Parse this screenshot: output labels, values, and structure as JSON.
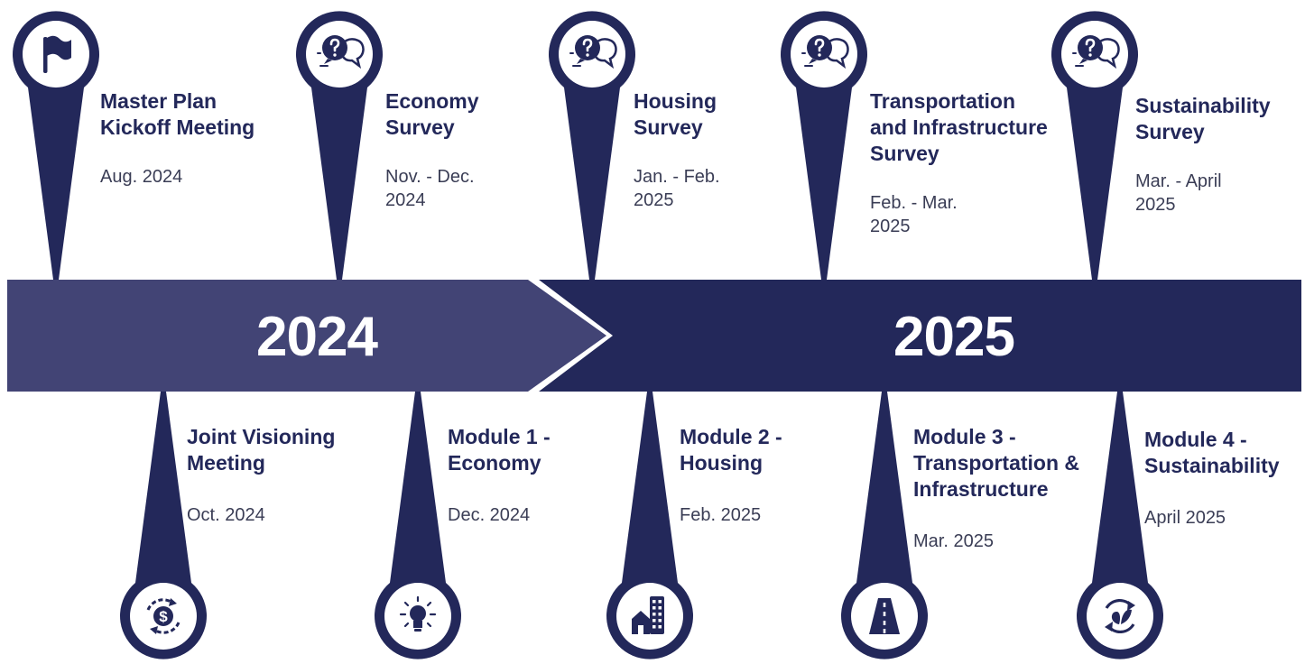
{
  "colors": {
    "navy": "#23285a",
    "band_light": "#424475",
    "band_dark": "#23285a",
    "text_date": "#3a3d55"
  },
  "years": [
    "2024",
    "2025"
  ],
  "top_events": [
    {
      "title": [
        "Master Plan",
        "Kickoff Meeting"
      ],
      "date": [
        "Aug. 2024"
      ],
      "icon": "flag-icon"
    },
    {
      "title": [
        "Economy",
        "Survey"
      ],
      "date": [
        "Nov. - Dec.",
        "2024"
      ],
      "icon": "question-bubble-icon"
    },
    {
      "title": [
        "Housing",
        "Survey"
      ],
      "date": [
        "Jan. - Feb.",
        "2025"
      ],
      "icon": "question-bubble-icon"
    },
    {
      "title": [
        "Transportation",
        "and Infrastructure",
        "Survey"
      ],
      "date": [
        "Feb. - Mar.",
        "2025"
      ],
      "icon": "question-bubble-icon"
    },
    {
      "title": [
        "Sustainability",
        "Survey"
      ],
      "date": [
        "Mar. - April",
        "2025"
      ],
      "icon": "question-bubble-icon"
    }
  ],
  "bottom_events": [
    {
      "title": [
        "Joint Visioning",
        "Meeting"
      ],
      "date": [
        "Oct. 2024"
      ],
      "icon": "dollar-cycle-icon"
    },
    {
      "title": [
        "Module 1 -",
        "Economy"
      ],
      "date": [
        "Dec. 2024"
      ],
      "icon": "lightbulb-icon"
    },
    {
      "title": [
        "Module 2 -",
        "Housing"
      ],
      "date": [
        "Feb. 2025"
      ],
      "icon": "buildings-icon"
    },
    {
      "title": [
        "Module 3 -",
        "Transportation &",
        "Infrastructure"
      ],
      "date": [
        "Mar. 2025"
      ],
      "icon": "road-icon"
    },
    {
      "title": [
        "Module 4 -",
        "Sustainability"
      ],
      "date": [
        "April 2025"
      ],
      "icon": "eco-cycle-icon"
    }
  ]
}
